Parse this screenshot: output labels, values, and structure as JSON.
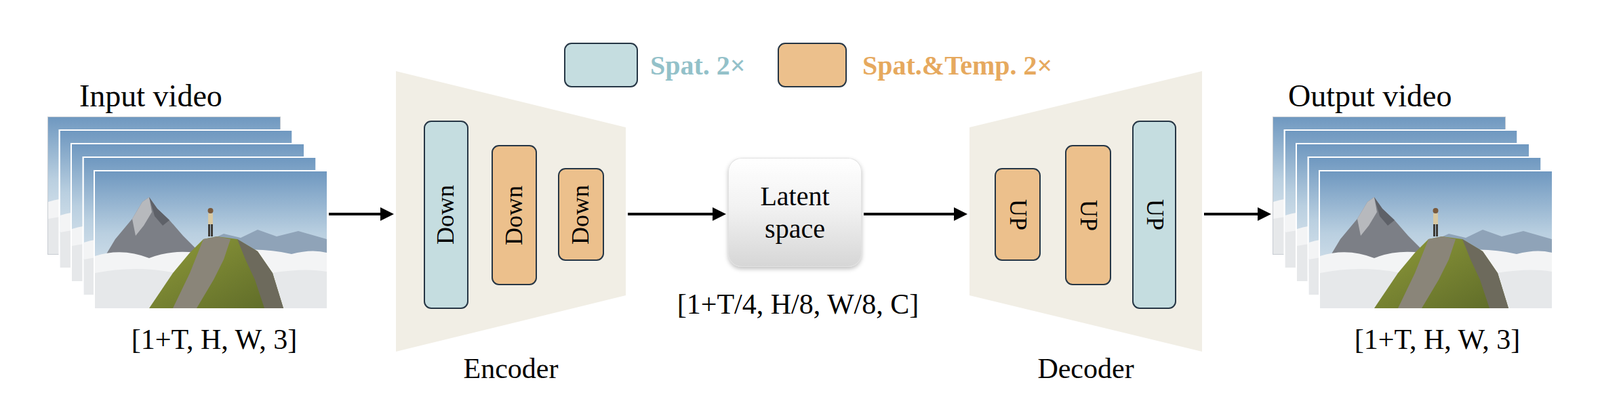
{
  "diagram": {
    "nodes": [
      {
        "text": [
          "Input video"
        ]
      },
      {
        "text": [
          "Encoder"
        ]
      },
      {
        "text": [
          "Down"
        ],
        "in": 1
      },
      {
        "text": [
          "Down"
        ],
        "in": 1
      },
      {
        "text": [
          "Down"
        ],
        "in": 1
      },
      {
        "text": [
          "Latent space"
        ]
      },
      {
        "text": [
          "Decoder"
        ]
      },
      {
        "text": [
          "UP"
        ],
        "in": 6
      },
      {
        "text": [
          "UP"
        ],
        "in": 6
      },
      {
        "text": [
          "UP"
        ],
        "in": 6
      },
      {
        "text": [
          "Output video"
        ]
      }
    ],
    "edges": [
      {
        "from": 0,
        "to": 1,
        "arrow": "to"
      },
      {
        "from": 1,
        "to": 5,
        "arrow": "to"
      },
      {
        "from": 5,
        "to": 6,
        "arrow": "to"
      },
      {
        "from": 6,
        "to": 10,
        "arrow": "to"
      }
    ],
    "labels": [
      "[1+T, H, W, 3]",
      "[1+T/4, H/8, W/8, C]",
      "[1+T, H, W, 3]"
    ],
    "legend": [
      {
        "text": "Spat. 2×",
        "color": "#c5dde0"
      },
      {
        "text": "Spat.&Temp. 2×",
        "color": "#ecc08c"
      }
    ]
  }
}
